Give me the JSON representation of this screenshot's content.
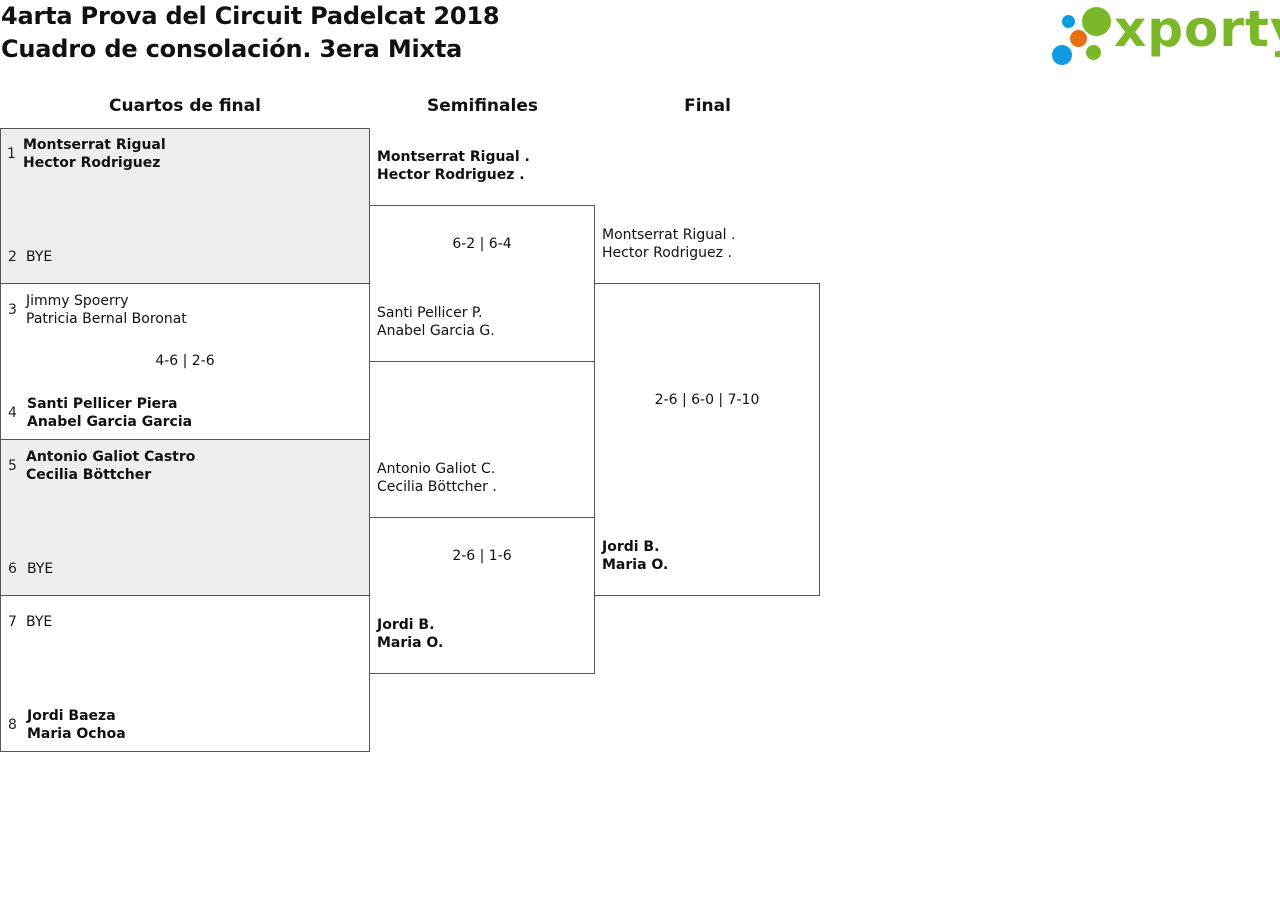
{
  "title_line1": "4arta Prova del Circuit Padelcat 2018",
  "title_line2": "Cuadro de consolación. 3era Mixta",
  "logo": {
    "text": "xporty",
    "colors": {
      "green": "#7ab829",
      "blue": "#0f9be0",
      "orange": "#e86f16"
    }
  },
  "rounds": [
    "Cuartos de final",
    "Semifinales",
    "Final"
  ],
  "quarterfinals": [
    {
      "seed1": "1",
      "p1a": "Montserrat Rigual",
      "p1b": "Hector Rodriguez",
      "seed2": "2",
      "p2a": "BYE",
      "p2b": "",
      "score": ""
    },
    {
      "seed1": "3",
      "p1a": "Jimmy Spoerry",
      "p1b": "Patricia Bernal Boronat",
      "seed2": "4",
      "p2a": "Santi Pellicer Piera",
      "p2b": "Anabel Garcia Garcia",
      "score": "4-6 | 2-6"
    },
    {
      "seed1": "5",
      "p1a": "Antonio Galiot Castro",
      "p1b": "Cecilia Böttcher",
      "seed2": "6",
      "p2a": "BYE",
      "p2b": "",
      "score": ""
    },
    {
      "seed1": "7",
      "p1a": "BYE",
      "p1b": "",
      "seed2": "8",
      "p2a": "Jordi Baeza",
      "p2b": "Maria Ochoa",
      "score": ""
    }
  ],
  "semifinals": [
    {
      "p1a": "Montserrat Rigual .",
      "p1b": "Hector Rodriguez .",
      "p2a": "Santi Pellicer P.",
      "p2b": "Anabel Garcia G.",
      "score": "6-2 | 6-4"
    },
    {
      "p1a": "Antonio Galiot C.",
      "p1b": "Cecilia Böttcher .",
      "p2a": "Jordi B.",
      "p2b": "Maria O.",
      "score": "2-6 | 1-6"
    }
  ],
  "final": {
    "p1a": "Montserrat Rigual .",
    "p1b": "Hector Rodriguez .",
    "p2a": "Jordi B.",
    "p2b": "Maria O.",
    "score": "2-6 | 6-0 | 7-10"
  }
}
